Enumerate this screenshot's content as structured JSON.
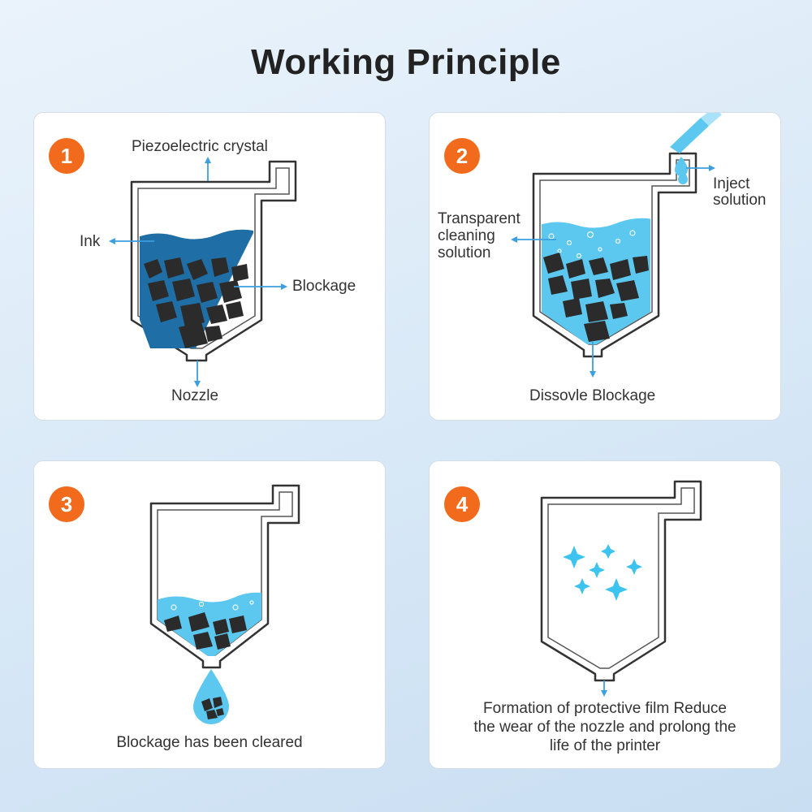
{
  "title": "Working Principle",
  "colors": {
    "badge": "#f26a1b",
    "ink": "#1f6ea6",
    "solution": "#5cc8f0",
    "blockage": "#2b2b2b",
    "arrow": "#3b9fe0"
  },
  "steps": [
    {
      "number": "1",
      "labels": {
        "crystal": "Piezoelectric crystal",
        "ink": "Ink",
        "blockage": "Blockage",
        "nozzle": "Nozzle"
      }
    },
    {
      "number": "2",
      "labels": {
        "inject_1": "Inject",
        "inject_2": "solution",
        "solution_1": "Transparent",
        "solution_2": "cleaning",
        "solution_3": "solution",
        "dissolve": "Dissovle Blockage"
      }
    },
    {
      "number": "3",
      "labels": {
        "cleared": "Blockage has been cleared"
      }
    },
    {
      "number": "4",
      "labels": {
        "film_1": "Formation of protective film Reduce",
        "film_2": "the wear of the nozzle and prolong the",
        "film_3": "life of the printer"
      }
    }
  ]
}
